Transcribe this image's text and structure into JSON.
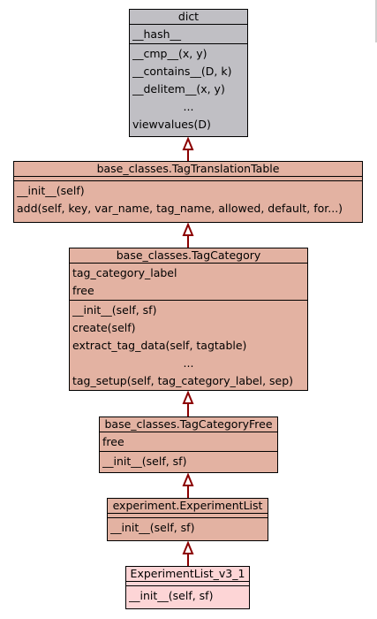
{
  "classes": {
    "dict": {
      "name": "dict",
      "attributes": [
        "__hash__"
      ],
      "methods": [
        "__cmp__(x, y)",
        "__contains__(D, k)",
        "__delitem__(x, y)",
        "...",
        "viewvalues(D)"
      ]
    },
    "tag_translation_table": {
      "name": "base_classes.TagTranslationTable",
      "attributes": [],
      "methods": [
        "__init__(self)",
        "add(self, key, var_name, tag_name, allowed, default, for...)"
      ]
    },
    "tag_category": {
      "name": "base_classes.TagCategory",
      "attributes": [
        "tag_category_label",
        "free"
      ],
      "methods": [
        "__init__(self, sf)",
        "create(self)",
        "extract_tag_data(self, tagtable)",
        "...",
        "tag_setup(self, tag_category_label, sep)"
      ]
    },
    "tag_category_free": {
      "name": "base_classes.TagCategoryFree",
      "attributes": [
        "free"
      ],
      "methods": [
        "__init__(self, sf)"
      ]
    },
    "experiment_list": {
      "name": "experiment.ExperimentList",
      "attributes": [],
      "methods": [
        "__init__(self, sf)"
      ]
    },
    "experiment_list_v3_1": {
      "name": "ExperimentList_v3_1",
      "attributes": [],
      "methods": [
        "__init__(self, sf)"
      ]
    }
  },
  "colors": {
    "base_class_fill": "#c0bfc4",
    "parent_fill": "#e3b2a2",
    "focus_fill": "#fdd5d6",
    "arrow": "#8b0000",
    "border": "#000000"
  }
}
